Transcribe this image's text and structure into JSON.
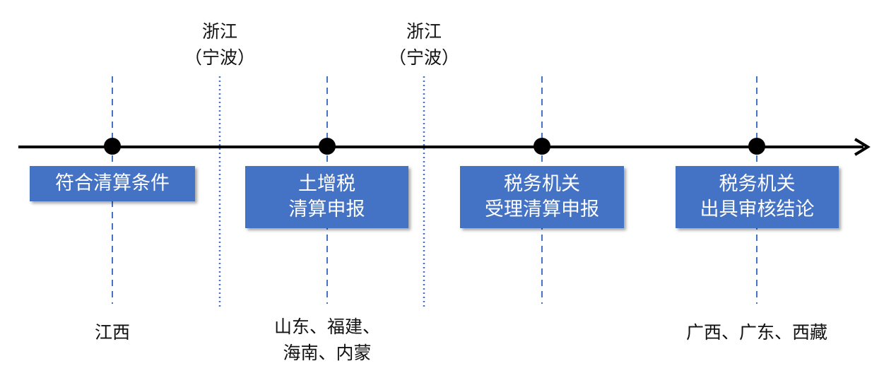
{
  "timeline": {
    "stages": [
      {
        "lines": [
          "符合清算条件"
        ]
      },
      {
        "lines": [
          "土增税",
          "清算申报"
        ]
      },
      {
        "lines": [
          "税务机关",
          "受理清算申报"
        ]
      },
      {
        "lines": [
          "税务机关",
          "出具审核结论"
        ]
      }
    ],
    "bottom_labels": [
      {
        "lines": [
          "江西"
        ]
      },
      {
        "lines": [
          "山东、福建、",
          "海南、内蒙"
        ]
      },
      {
        "lines": []
      },
      {
        "lines": [
          "广西、广东、西藏"
        ]
      }
    ],
    "between_labels": [
      {
        "lines": [
          "浙江",
          "（宁波）"
        ]
      },
      {
        "lines": [
          "浙江",
          "（宁波）"
        ]
      }
    ]
  },
  "colors": {
    "box": "#4472c4",
    "guide_line": "#4472c4",
    "axis": "#000000"
  }
}
